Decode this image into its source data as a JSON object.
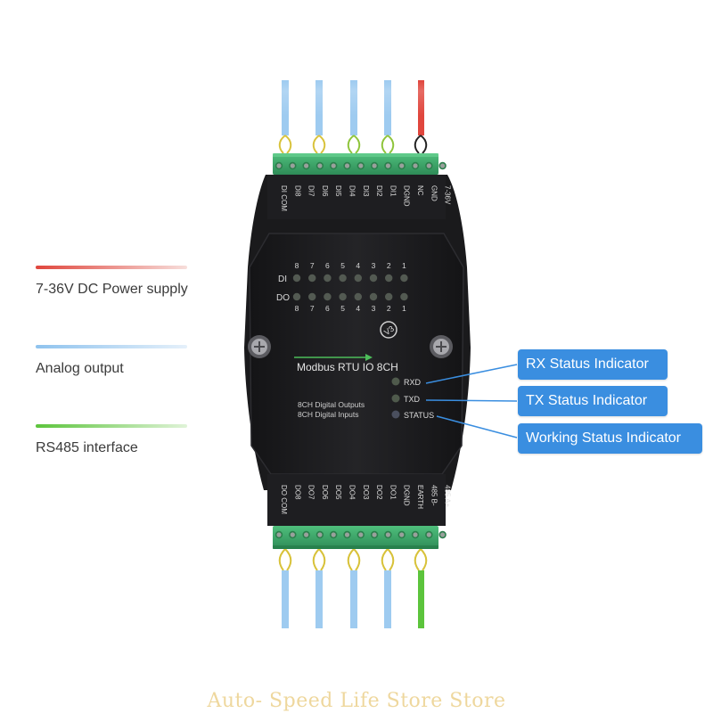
{
  "device": {
    "model_label": "Modbus RTU IO 8CH",
    "version_badge": "V3",
    "desc_outputs": "8CH Digital Outputs",
    "desc_inputs": "8CH Digital Inputs",
    "row_label_di": "DI",
    "row_label_do": "DO",
    "led_numbers": [
      "8",
      "7",
      "6",
      "5",
      "4",
      "3",
      "2",
      "1"
    ],
    "indicator_rxd": "RXD",
    "indicator_txd": "TXD",
    "indicator_status": "STATUS",
    "top_terminals": [
      "DI COM",
      "DI8",
      "DI7",
      "DI6",
      "DI5",
      "DI4",
      "DI3",
      "DI2",
      "DI1",
      "DGND",
      "NC",
      "GND",
      "7-36V"
    ],
    "bottom_terminals": [
      "DO COM",
      "DO8",
      "DO7",
      "DO6",
      "DO5",
      "DO4",
      "DO3",
      "DO2",
      "DO1",
      "DGND",
      "EARTH",
      "485 B-",
      "485 A+"
    ]
  },
  "legend": {
    "power": "7-36V DC Power supply",
    "analog": "Analog output",
    "rs485": "RS485 interface"
  },
  "callouts": {
    "rx": "RX Status Indicator",
    "tx": "TX Status Indicator",
    "status": "Working Status Indicator"
  },
  "watermark": "Auto- Speed Life Store Store",
  "colors": {
    "power_wire": "#e0463d",
    "analog_wire": "#8fc3ee",
    "rs485_wire": "#5cc43c",
    "callout_bg": "#3a8ee0",
    "terminal_green": "#3fa86a",
    "housing": "#1c1c1e"
  }
}
